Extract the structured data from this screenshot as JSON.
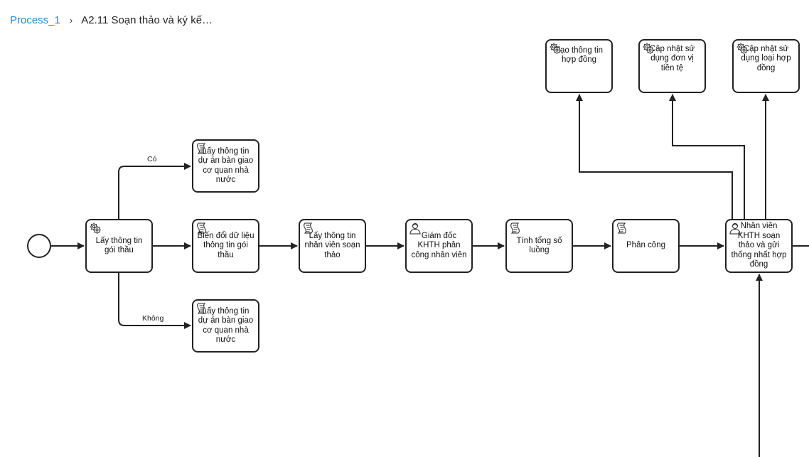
{
  "breadcrumb": {
    "root": "Process_1",
    "separator": "›",
    "current": "A2.11 Soạn thảo và ký kế…"
  },
  "diagram": {
    "tasks": [
      {
        "id": "t_laythongtin",
        "label": "Lấy thông tin gói thầu",
        "type": "service",
        "icon": "gear-icon"
      },
      {
        "id": "t_duan_co",
        "label": "Lấy thông tin dự án bàn giao cơ quan nhà nước",
        "type": "script",
        "icon": "script-icon"
      },
      {
        "id": "t_bienDoi",
        "label": "Biến đổi dữ liệu thông tin gói thầu",
        "type": "script",
        "icon": "script-icon"
      },
      {
        "id": "t_duan_khong",
        "label": "Lấy thông tin dự án bàn giao cơ quan nhà nước",
        "type": "script",
        "icon": "script-icon"
      },
      {
        "id": "t_nhanvien",
        "label": "Lấy thông tin nhân viên soạn thảo",
        "type": "script",
        "icon": "script-icon"
      },
      {
        "id": "t_giamdoc",
        "label": "Giám đốc KHTH phân công nhân viên",
        "type": "user",
        "icon": "user-icon"
      },
      {
        "id": "t_tinhtong",
        "label": "Tính tổng số luồng",
        "type": "script",
        "icon": "script-icon"
      },
      {
        "id": "t_phancong",
        "label": "Phân công",
        "type": "script",
        "icon": "script-icon"
      },
      {
        "id": "t_nvkhth",
        "label": "Nhân viên KHTH soạn thảo và gửi thống nhất hợp đồng",
        "type": "user",
        "icon": "user-icon"
      },
      {
        "id": "t_taohd",
        "label": "Tạo thông tin hợp đồng",
        "type": "service",
        "icon": "gear-icon"
      },
      {
        "id": "t_capnhat_tiente",
        "label": "Cập nhật sử dụng đơn vị tiền tệ",
        "type": "service",
        "icon": "gear-icon"
      },
      {
        "id": "t_capnhat_loaihd",
        "label": "Cập nhật sử dụng loại hợp đồng",
        "type": "service",
        "icon": "gear-icon"
      }
    ],
    "flow_labels": {
      "yes": "Có",
      "no": "Không"
    }
  }
}
